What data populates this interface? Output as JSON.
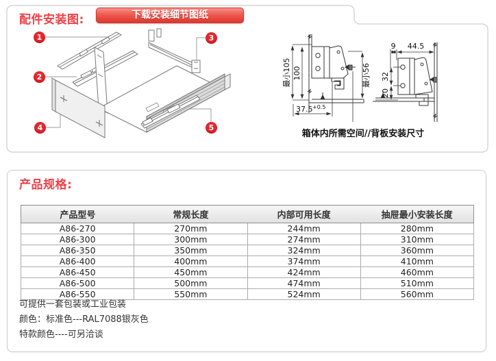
{
  "colors": {
    "accent_red": "#ee4147",
    "badge_red": "#e8262f",
    "button_top": "#f5918a",
    "button_bottom": "#df362e",
    "panel_border": "#cccccc",
    "table_border": "#8f8f8f"
  },
  "installation": {
    "title": "配件安装图:",
    "download_button_label": "下载安装细节图纸",
    "parts": [
      "1",
      "2",
      "3",
      "4",
      "5"
    ],
    "dimensions_left": {
      "min_height": "最小105",
      "height": "100",
      "min_depth": "最小56",
      "bottom_main": "37.5",
      "bottom_tolerance": "+0.5"
    },
    "dimensions_right": {
      "top_left": "9",
      "top_right": "44.5",
      "mid": "32",
      "lower": "20"
    },
    "dimension_caption": "箱体内所需空间//背板安装尺寸"
  },
  "specs": {
    "title": "产品规格:",
    "table": {
      "headers": [
        "产品型号",
        "常规长度",
        "内部可用长度",
        "抽屉最小安装长度"
      ],
      "rows": [
        [
          "A86-270",
          "270mm",
          "244mm",
          "280mm"
        ],
        [
          "A86-300",
          "300mm",
          "274mm",
          "310mm"
        ],
        [
          "A86-350",
          "350mm",
          "324mm",
          "360mm"
        ],
        [
          "A86-400",
          "400mm",
          "374mm",
          "410mm"
        ],
        [
          "A86-450",
          "450mm",
          "424mm",
          "460mm"
        ],
        [
          "A86-500",
          "500mm",
          "474mm",
          "510mm"
        ],
        [
          "A86-550",
          "550mm",
          "524mm",
          "560mm"
        ]
      ]
    },
    "notes": [
      "可提供一套包装或工业包装",
      "颜色：标准色---RAL7088银灰色",
      "特款颜色----可另洽谈"
    ]
  }
}
